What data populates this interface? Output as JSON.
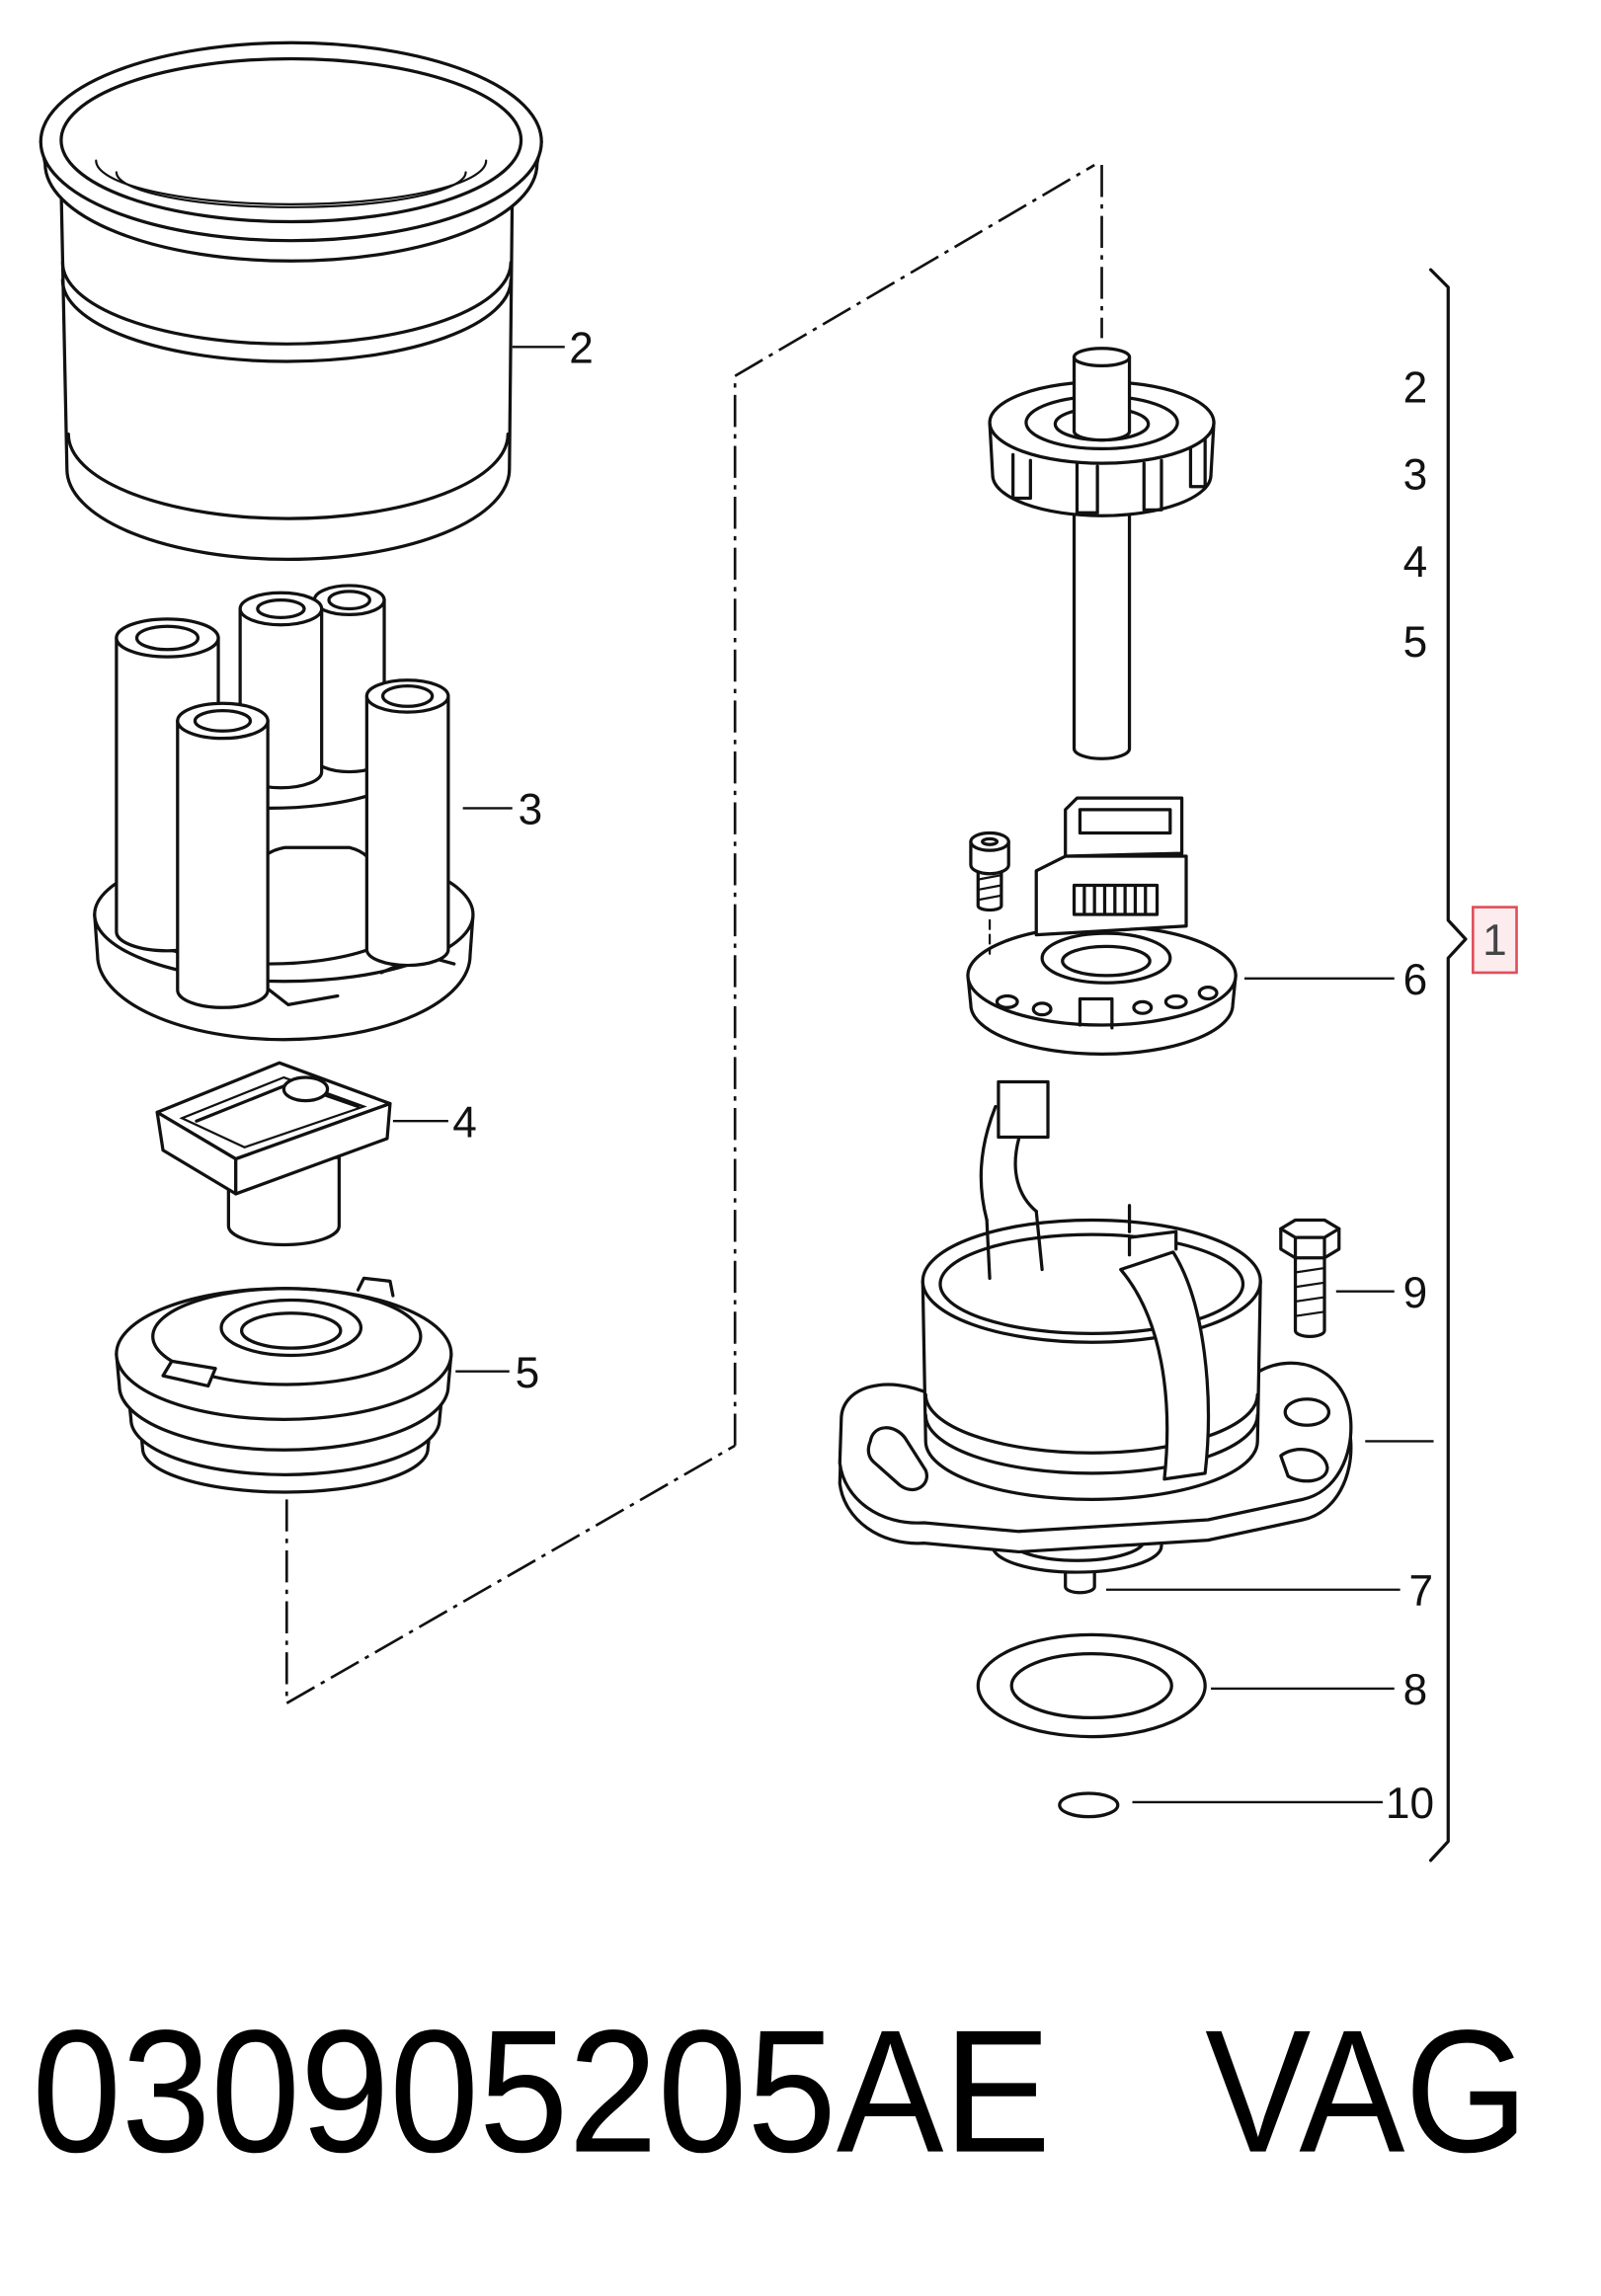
{
  "diagram": {
    "left_callouts": [
      "2",
      "3",
      "4",
      "5"
    ],
    "assembly_contents": [
      "2",
      "3",
      "4",
      "5"
    ],
    "right_callouts": [
      "6",
      "9",
      "7",
      "8",
      "10"
    ],
    "assembly_label": "1"
  },
  "colors": {
    "highlight_border": "#e0505c",
    "highlight_fill": "#fdecee",
    "line": "#111111"
  },
  "footer": {
    "part_number": "030905205AE",
    "brand": "VAG"
  }
}
